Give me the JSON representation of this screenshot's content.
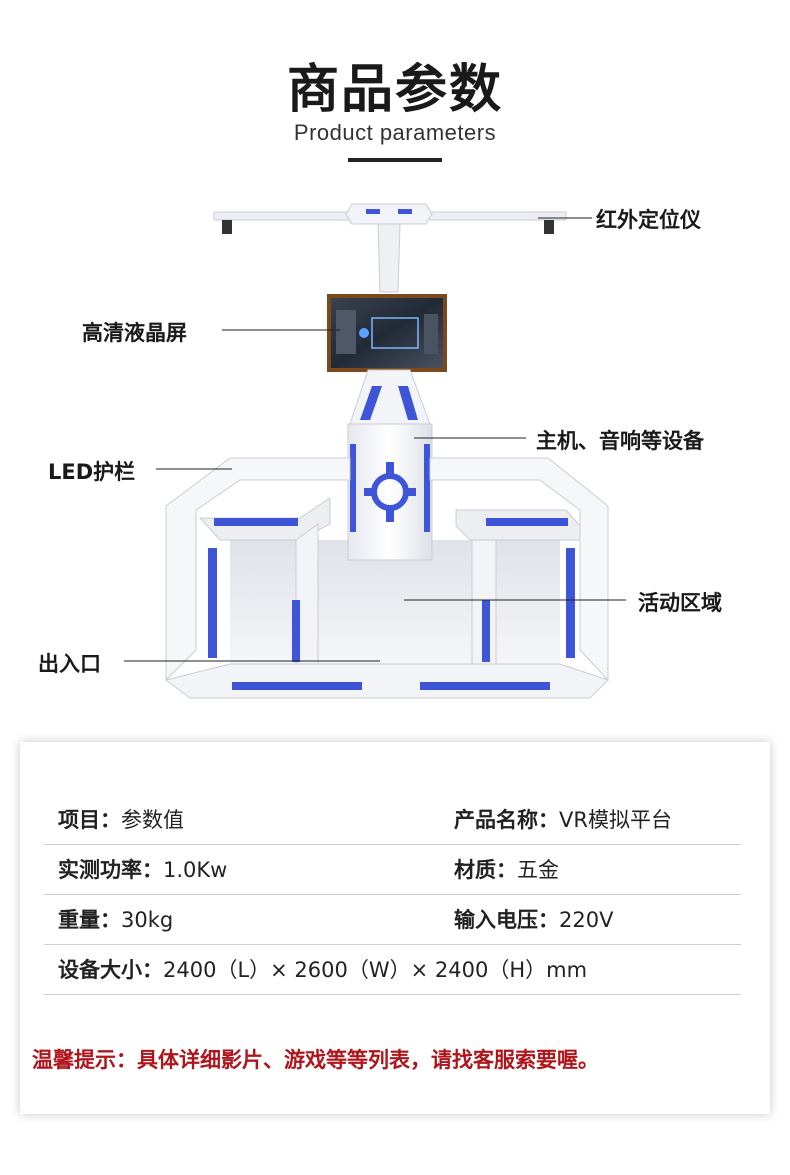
{
  "header": {
    "title": "商品参数",
    "subtitle": "Product parameters"
  },
  "callouts": {
    "infrared": "红外定位仪",
    "lcd": "高清液晶屏",
    "host": "主机、音响等设备",
    "led": "LED护栏",
    "activity": "活动区域",
    "entrance": "出入口"
  },
  "specs": {
    "rows": [
      {
        "l1": "项目：",
        "v1": "参数值",
        "l2": "产品名称：",
        "v2": "VR模拟平台"
      },
      {
        "l1": "实测功率：",
        "v1": "1.0Kw",
        "l2": "材质：",
        "v2": "五金"
      },
      {
        "l1": "重量：",
        "v1": "30kg",
        "l2": "输入电压：",
        "v2": "220V"
      },
      {
        "l1": "设备大小：",
        "v1": "2400（L）× 2600（W）× 2400（H）mm"
      }
    ]
  },
  "notice": "温馨提示：具体详细影片、游戏等等列表，请找客服索要喔。",
  "colors": {
    "accent_blue": "#3f55d8",
    "notice_red": "#b0151c",
    "machine_white": "#f3f4f7"
  }
}
